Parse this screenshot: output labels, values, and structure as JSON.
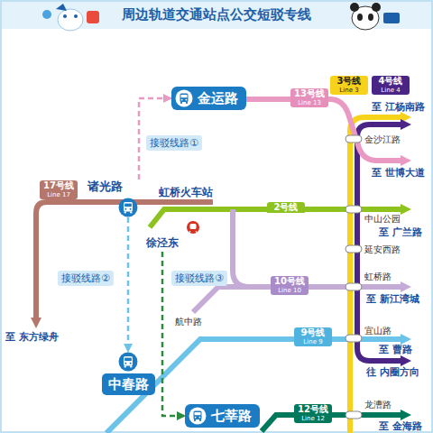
{
  "diagram": {
    "title": "周边轨道交通站点公交短驳专线",
    "nodes": [
      {
        "text": [
          "金运路"
        ]
      },
      {
        "text": [
          "诸光路"
        ]
      },
      {
        "text": [
          "徐泾东"
        ]
      },
      {
        "text": [
          "中春路"
        ]
      },
      {
        "text": [
          "七莘路"
        ]
      }
    ],
    "edges": [
      {
        "from": 1,
        "to": 0,
        "arrow": "to",
        "label": "接驳线路①"
      },
      {
        "from": 1,
        "to": 3,
        "arrow": "to",
        "label": "接驳线路②"
      },
      {
        "from": 2,
        "to": 4,
        "arrow": "to",
        "label": "接驳线路③"
      }
    ],
    "labels": [
      "13号线",
      "Line 13",
      "3号线",
      "Line 3",
      "4号线",
      "Line 4",
      "至 江杨南路",
      "金沙江路",
      "至 世博大道",
      "17号线",
      "Line 17",
      "虹桥火车站",
      "2号线",
      "中山公园",
      "至 广兰路",
      "延安西路",
      "10号线",
      "Line 10",
      "虹桥路",
      "至 新江湾城",
      "航中路",
      "9号线",
      "Line 9",
      "宜山路",
      "至 曹路",
      "往 内圈方向",
      "至 东方绿舟",
      "12号线",
      "Line 12",
      "龙漕路",
      "至 金海路"
    ]
  }
}
